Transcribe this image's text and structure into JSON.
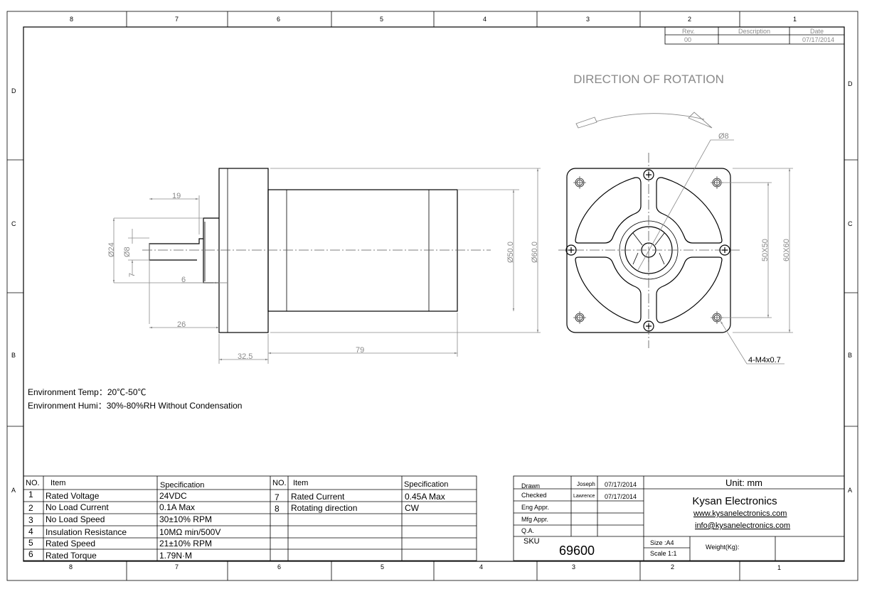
{
  "zones": {
    "columns": [
      "8",
      "7",
      "6",
      "5",
      "4",
      "3",
      "2",
      "1"
    ],
    "rows": [
      "D",
      "C",
      "B",
      "A"
    ]
  },
  "revision": {
    "headers": [
      "Rev.",
      "Description",
      "Date"
    ],
    "row": [
      "00",
      "",
      "07/17/2014"
    ]
  },
  "rotation_title": "DIRECTION OF ROTATION",
  "dimensions": {
    "shaft_length": "19",
    "boss_dia": "Ø24",
    "shaft_dia": "Ø8",
    "flat": "7",
    "boss_len": "6",
    "shaft_total": "26",
    "gearbox_len": "32.5",
    "motor_len": "79",
    "motor_dia": "Ø50.0",
    "flange_dia": "Ø60.0",
    "front_shaft_dia": "Ø8",
    "hole_spacing": "50X50",
    "flange_size": "60X60",
    "mount_holes": "4-M4x0.7"
  },
  "environment": {
    "temp": "Environment Temp：20℃-50℃",
    "humi": "Environment Humi：30%-80%RH Without Condensation"
  },
  "spec_table": {
    "headers": [
      "NO.",
      "Item",
      "Specification",
      "NO.",
      "Item",
      "Specification"
    ],
    "left_rows": [
      {
        "no": "1",
        "item": "Rated Voltage",
        "spec": "24VDC"
      },
      {
        "no": "2",
        "item": "No Load Current",
        "spec": "0.1A Max"
      },
      {
        "no": "3",
        "item": "No Load Speed",
        "spec": "30±10% RPM"
      },
      {
        "no": "4",
        "item": "Insulation Resistance",
        "spec": "10MΩ min/500V"
      },
      {
        "no": "5",
        "item": "Rated Speed",
        "spec": "21±10% RPM"
      },
      {
        "no": "6",
        "item": "Rated Torque",
        "spec": "1.79N·M"
      }
    ],
    "right_rows": [
      {
        "no": "7",
        "item": "Rated Current",
        "spec": "0.45A Max"
      },
      {
        "no": "8",
        "item": "Rotating direction",
        "spec": "CW"
      }
    ]
  },
  "title_block": {
    "drawn_label": "Drawn",
    "drawn_by": "Joseph",
    "drawn_date": "07/17/2014",
    "checked_label": "Checked",
    "checked_by": "Lawrence",
    "checked_date": "07/17/2014",
    "eng_label": "Eng Appr.",
    "mfg_label": "Mfg Appr.",
    "qa_label": "Q.A.",
    "unit": "Unit: mm",
    "company": "Kysan Electronics",
    "website": "www.kysanelectronics.com",
    "email": "info@kysanelectronics.com",
    "sku_label": "SKU",
    "sku": "69600",
    "size": "Size :A4",
    "scale": "Scale 1:1",
    "weight_label": "Weight(Kg):"
  }
}
